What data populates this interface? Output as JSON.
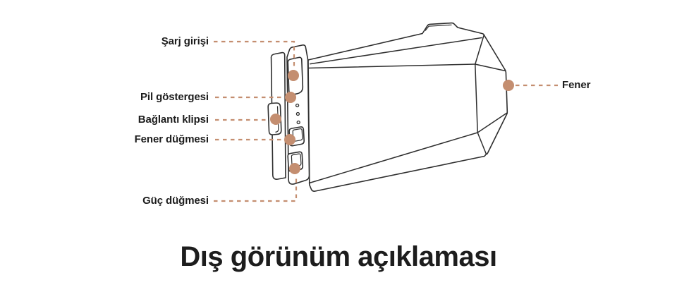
{
  "title": "Dış görünüm açıklaması",
  "callouts": [
    {
      "id": "charging-port",
      "label": "Şarj girişi"
    },
    {
      "id": "battery-indicator",
      "label": "Pil göstergesi"
    },
    {
      "id": "attachment-clip",
      "label": "Bağlantı klipsi"
    },
    {
      "id": "lantern-button",
      "label": "Fener düğmesi"
    },
    {
      "id": "power-button",
      "label": "Güç düğmesi"
    },
    {
      "id": "lantern",
      "label": "Fener"
    }
  ],
  "colors": {
    "accent": "#c48e70",
    "line": "#2e2e2e",
    "text": "#1d1d1d",
    "bg": "#ffffff"
  }
}
